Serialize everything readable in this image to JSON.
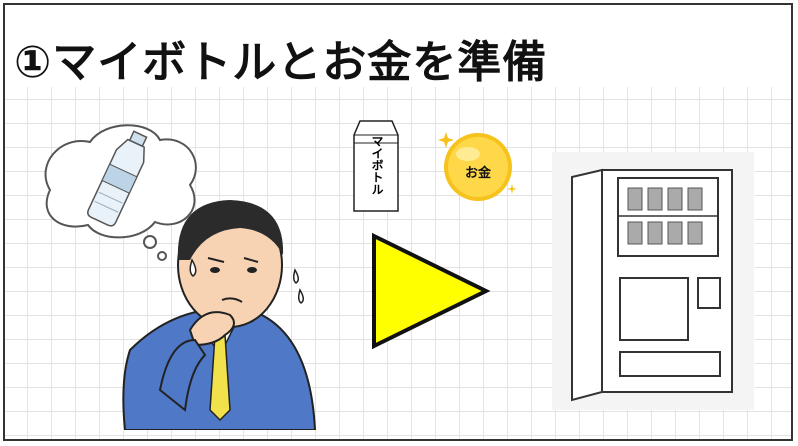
{
  "title": "①マイボトルとお金を準備",
  "bottle_label": "マイボトル",
  "coin_label": "お金",
  "colors": {
    "arrow_fill": "#ffff00",
    "coin": "#f2b400",
    "suit": "#4f78c6",
    "frame": "#333333",
    "grid": "#e3e3e3"
  },
  "icons": [
    "thinking-man-illustration",
    "water-bottle-thought-icon",
    "my-bottle-icon",
    "coin-icon",
    "play-arrow-icon",
    "vending-machine-illustration"
  ]
}
